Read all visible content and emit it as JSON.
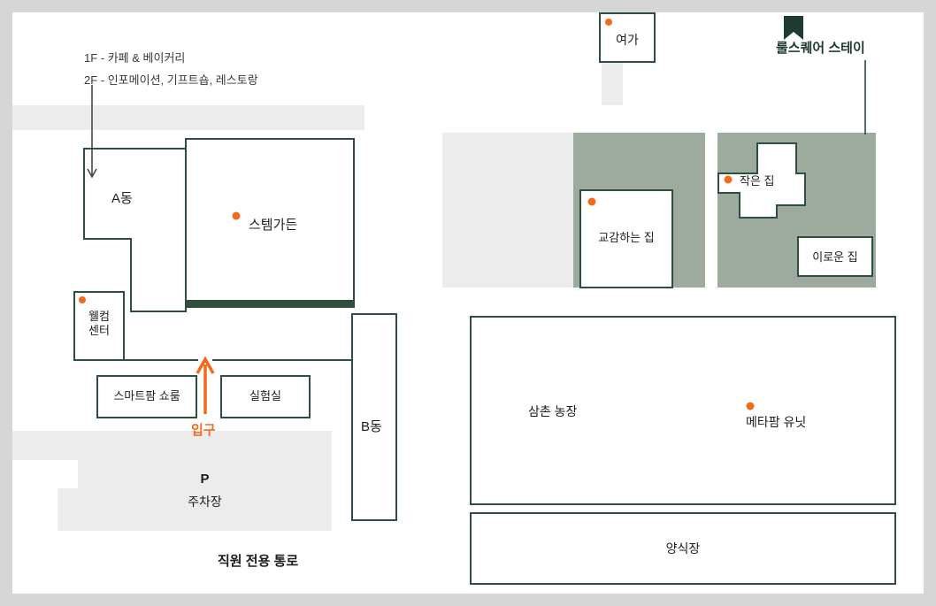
{
  "note": {
    "line1": "1F - 카페 & 베이커리",
    "line2": "2F - 인포메이션, 기프트숍, 레스토랑"
  },
  "areas": {
    "leisure": "여가",
    "stay_title": "룰스퀘어 스테이",
    "building_a": "A동",
    "stem_garden": "스템가든",
    "welcome_line1": "웰컴",
    "welcome_line2": "센터",
    "smart_farm_showroom": "스마트팜 쇼룸",
    "lab": "실험실",
    "building_b": "B동",
    "entrance": "입구",
    "parking_symbol": "P",
    "parking": "주차장",
    "staff_passage": "직원 전용 통로",
    "communing_house": "교감하는 집",
    "small_house": "작은 집",
    "beneficial_house": "이로운 집",
    "uncle_farm": "삼촌 농장",
    "metafarm_unit": "메타팜 유닛",
    "aqua_farm": "양식장"
  },
  "colors": {
    "outline_green": "#2f4f3e",
    "accent_orange": "#f26b1d",
    "sage_area": "#9dab9e",
    "road_gray": "#ececec",
    "frame_gray": "#d6d6d6",
    "text": "#1d1d1d"
  }
}
